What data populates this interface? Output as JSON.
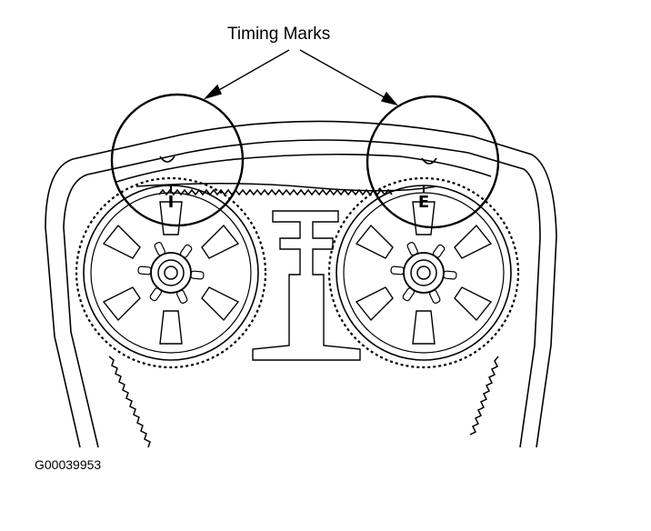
{
  "annotation": {
    "title": "Timing Marks"
  },
  "sprockets": {
    "left_mark_letter": "I",
    "right_mark_letter": "E"
  },
  "figure": {
    "id": "G00039953"
  }
}
